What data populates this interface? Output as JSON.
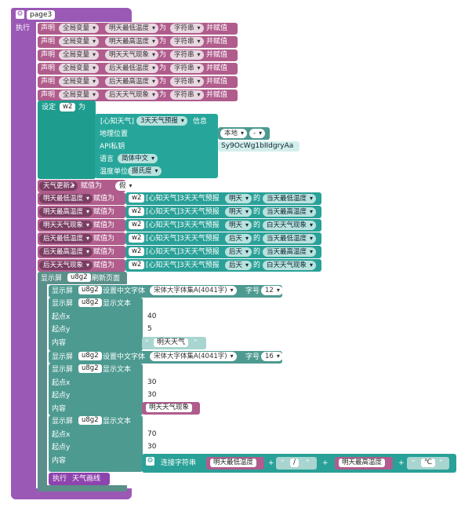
{
  "header": {
    "title": "page3",
    "exec": "执行"
  },
  "colors": {
    "purple": "#9b59b6",
    "magenta": "#b05c8c",
    "teal": "#2aa198"
  },
  "declares": [
    {
      "kw": "声明",
      "scope": "全局变量",
      "name": "明天最低温度",
      "as": "为",
      "type": "字符串",
      "assign": "并赋值"
    },
    {
      "kw": "声明",
      "scope": "全局变量",
      "name": "明天最高温度",
      "as": "为",
      "type": "字符串",
      "assign": "并赋值"
    },
    {
      "kw": "声明",
      "scope": "全局变量",
      "name": "明天天气现象",
      "as": "为",
      "type": "字符串",
      "assign": "并赋值"
    },
    {
      "kw": "声明",
      "scope": "全局变量",
      "name": "后天最低温度",
      "as": "为",
      "type": "字符串",
      "assign": "并赋值"
    },
    {
      "kw": "声明",
      "scope": "全局变量",
      "name": "后天最高温度",
      "as": "为",
      "type": "字符串",
      "assign": "并赋值"
    },
    {
      "kw": "声明",
      "scope": "全局变量",
      "name": "后天天气现象",
      "as": "为",
      "type": "字符串",
      "assign": "并赋值"
    }
  ],
  "setw2": {
    "label": "设定",
    "var": "w2",
    "as": "为",
    "service": "[心知天气]",
    "service_mode": "3天天气预报",
    "info": "信息",
    "loc_label": "地理位置",
    "loc_value": "本地",
    "loc_sep": "-",
    "api_label": "API私钥",
    "api_value": "Sy9OcWg1bIIdgryAa",
    "lang_label": "语言",
    "lang_value": "简体中文",
    "unit_label": "温度单位",
    "unit_value": "摄氏度"
  },
  "update": {
    "name": "天气更新2",
    "assign": "赋值为",
    "value": "假"
  },
  "assigns": [
    {
      "var": "明天最低温度",
      "assign": "赋值为",
      "obj": "w2",
      "src": "[心知天气]3天天气预报",
      "day": "明天",
      "of": "的",
      "field": "当天最低温度"
    },
    {
      "var": "明天最高温度",
      "assign": "赋值为",
      "obj": "w2",
      "src": "[心知天气]3天天气预报",
      "day": "明天",
      "of": "的",
      "field": "当天最高温度"
    },
    {
      "var": "明天天气现象",
      "assign": "赋值为",
      "obj": "w2",
      "src": "[心知天气]3天天气预报",
      "day": "明天",
      "of": "的",
      "field": "白天天气现象"
    },
    {
      "var": "后天最低温度",
      "assign": "赋值为",
      "obj": "w2",
      "src": "[心知天气]3天天气预报",
      "day": "后天",
      "of": "的",
      "field": "当天最低温度"
    },
    {
      "var": "后天最高温度",
      "assign": "赋值为",
      "obj": "w2",
      "src": "[心知天气]3天天气预报",
      "day": "后天",
      "of": "的",
      "field": "当天最高温度"
    },
    {
      "var": "后天天气现象",
      "assign": "赋值为",
      "obj": "w2",
      "src": "[心知天气]3天天气预报",
      "day": "后天",
      "of": "的",
      "field": "白天天气现象"
    }
  ],
  "display": {
    "kw": "显示屏",
    "obj": "u8g2",
    "refresh": "刷新页面",
    "setfont": "设置中文字体",
    "font": "宋体大字体集A(4041字)",
    "size_label": "字号",
    "showtext": "显示文本",
    "x_label": "起点x",
    "y_label": "起点y",
    "content_label": "内容",
    "font_size_1": "12",
    "font_size_2": "16",
    "t1_x": "40",
    "t1_y": "5",
    "t1_text": "明天天气",
    "t2_x": "30",
    "t2_y": "30",
    "t2_var": "明天天气现象",
    "t3_x": "70",
    "t3_y": "30",
    "join_label": "连接字符串",
    "join_a": "明天最低温度",
    "join_sep": "/",
    "join_b": "明天最高温度",
    "join_unit": "℃",
    "plus": "+"
  },
  "footer": {
    "exec": "执行",
    "fn": "天气画线"
  }
}
